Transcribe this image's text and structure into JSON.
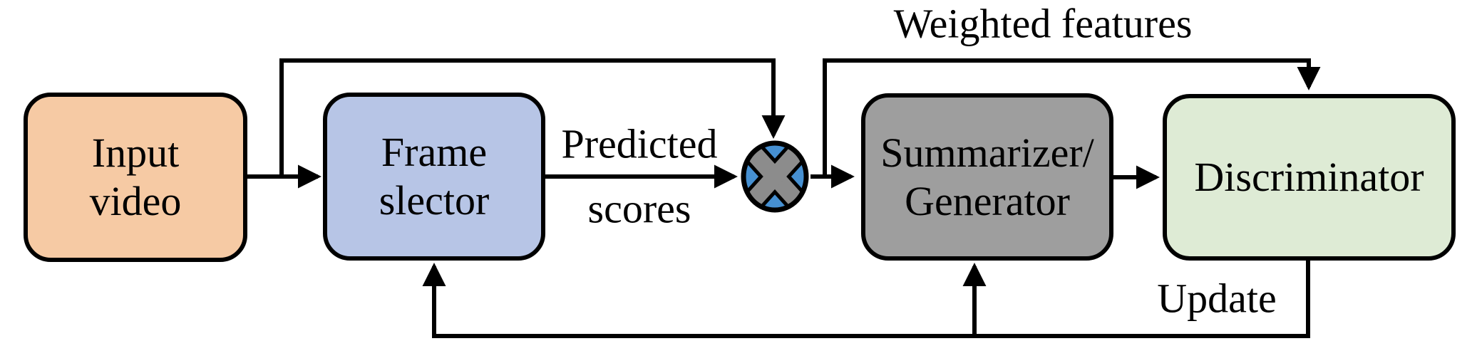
{
  "diagram": {
    "boxes": [
      {
        "id": "input-video",
        "label": "Input\nvideo",
        "fill": "#F6CAA4"
      },
      {
        "id": "frame-selector",
        "label": "Frame\nslector",
        "fill": "#B7C5E6"
      },
      {
        "id": "summarizer",
        "label": "Summarizer/\nGenerator",
        "fill": "#9E9E9E"
      },
      {
        "id": "discriminator",
        "label": "Discriminator",
        "fill": "#DEEBD5"
      }
    ],
    "operator": {
      "name": "multiply",
      "symbol": "×",
      "fill": "#4690D2",
      "cross_color": "#8C8C8C",
      "outline_color": "#000000"
    },
    "edge_labels": {
      "predicted_line1": "Predicted",
      "predicted_line2": "scores",
      "weighted_features": "Weighted features",
      "update": "Update"
    },
    "line_color": "#000000"
  }
}
